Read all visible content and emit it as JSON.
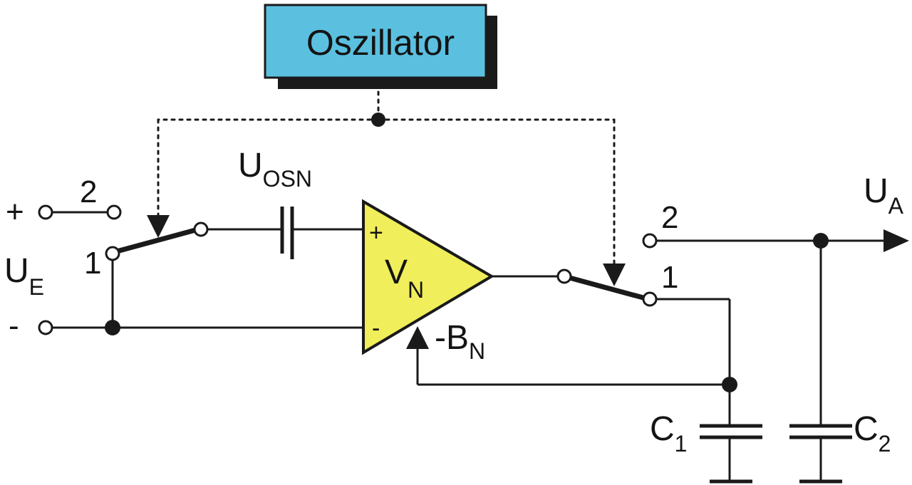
{
  "oscillator": {
    "label": "Oszillator",
    "fill_color": "#5bc0e0",
    "shadow_color": "#1a1a1a"
  },
  "amplifier": {
    "main": "V",
    "sub": "N",
    "plus": "+",
    "minus": "-",
    "fill_color": "#f0ee5a"
  },
  "labels": {
    "input_plus": "+",
    "input_minus": "-",
    "ue_main": "U",
    "ue_sub": "E",
    "switch1_pos2": "2",
    "switch1_pos1": "1",
    "uosn_main": "U",
    "uosn_sub": "OSN",
    "bn_main": "-B",
    "bn_sub": "N",
    "switch2_pos2": "2",
    "switch2_pos1": "1",
    "ua_main": "U",
    "ua_sub": "A",
    "c1_main": "C",
    "c1_sub": "1",
    "c2_main": "C",
    "c2_sub": "2"
  }
}
